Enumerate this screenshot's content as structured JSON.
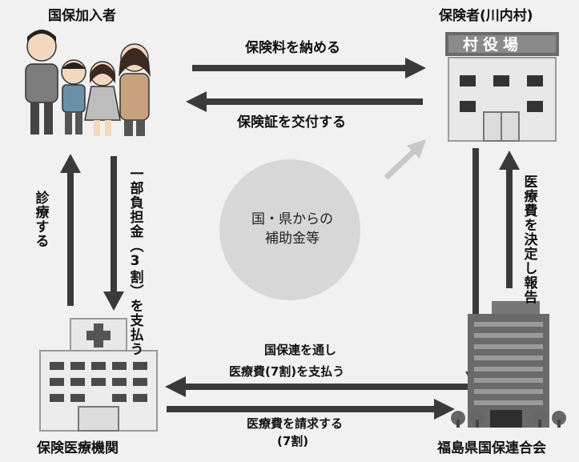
{
  "nodes": {
    "insured": "国保加入者",
    "insurer": "保険者(川内村)",
    "village_sign": "村役場",
    "medical": "保険医療機関",
    "federation": "福島県国保連合会"
  },
  "edges": {
    "pay_premium": "保険料を納める",
    "issue_card": "保険証を交付する",
    "treatment": "診療する",
    "copay": "一部負担金（3割）を支払う",
    "decide_report": "医療費を決定し報告",
    "via_federation": "国保連を通し",
    "pay_costs": "医療費(7割)を支払う",
    "claim_costs": "医療費を請求する",
    "claim_ratio": "(7割)"
  },
  "subsidy": {
    "line1": "国・県からの",
    "line2": "補助金等"
  },
  "colors": {
    "arrow": "#3a3a3a",
    "subsidy_arrow": "#c8c8c8",
    "circle": "#d7d7d7",
    "background": "#f1f1f1"
  }
}
